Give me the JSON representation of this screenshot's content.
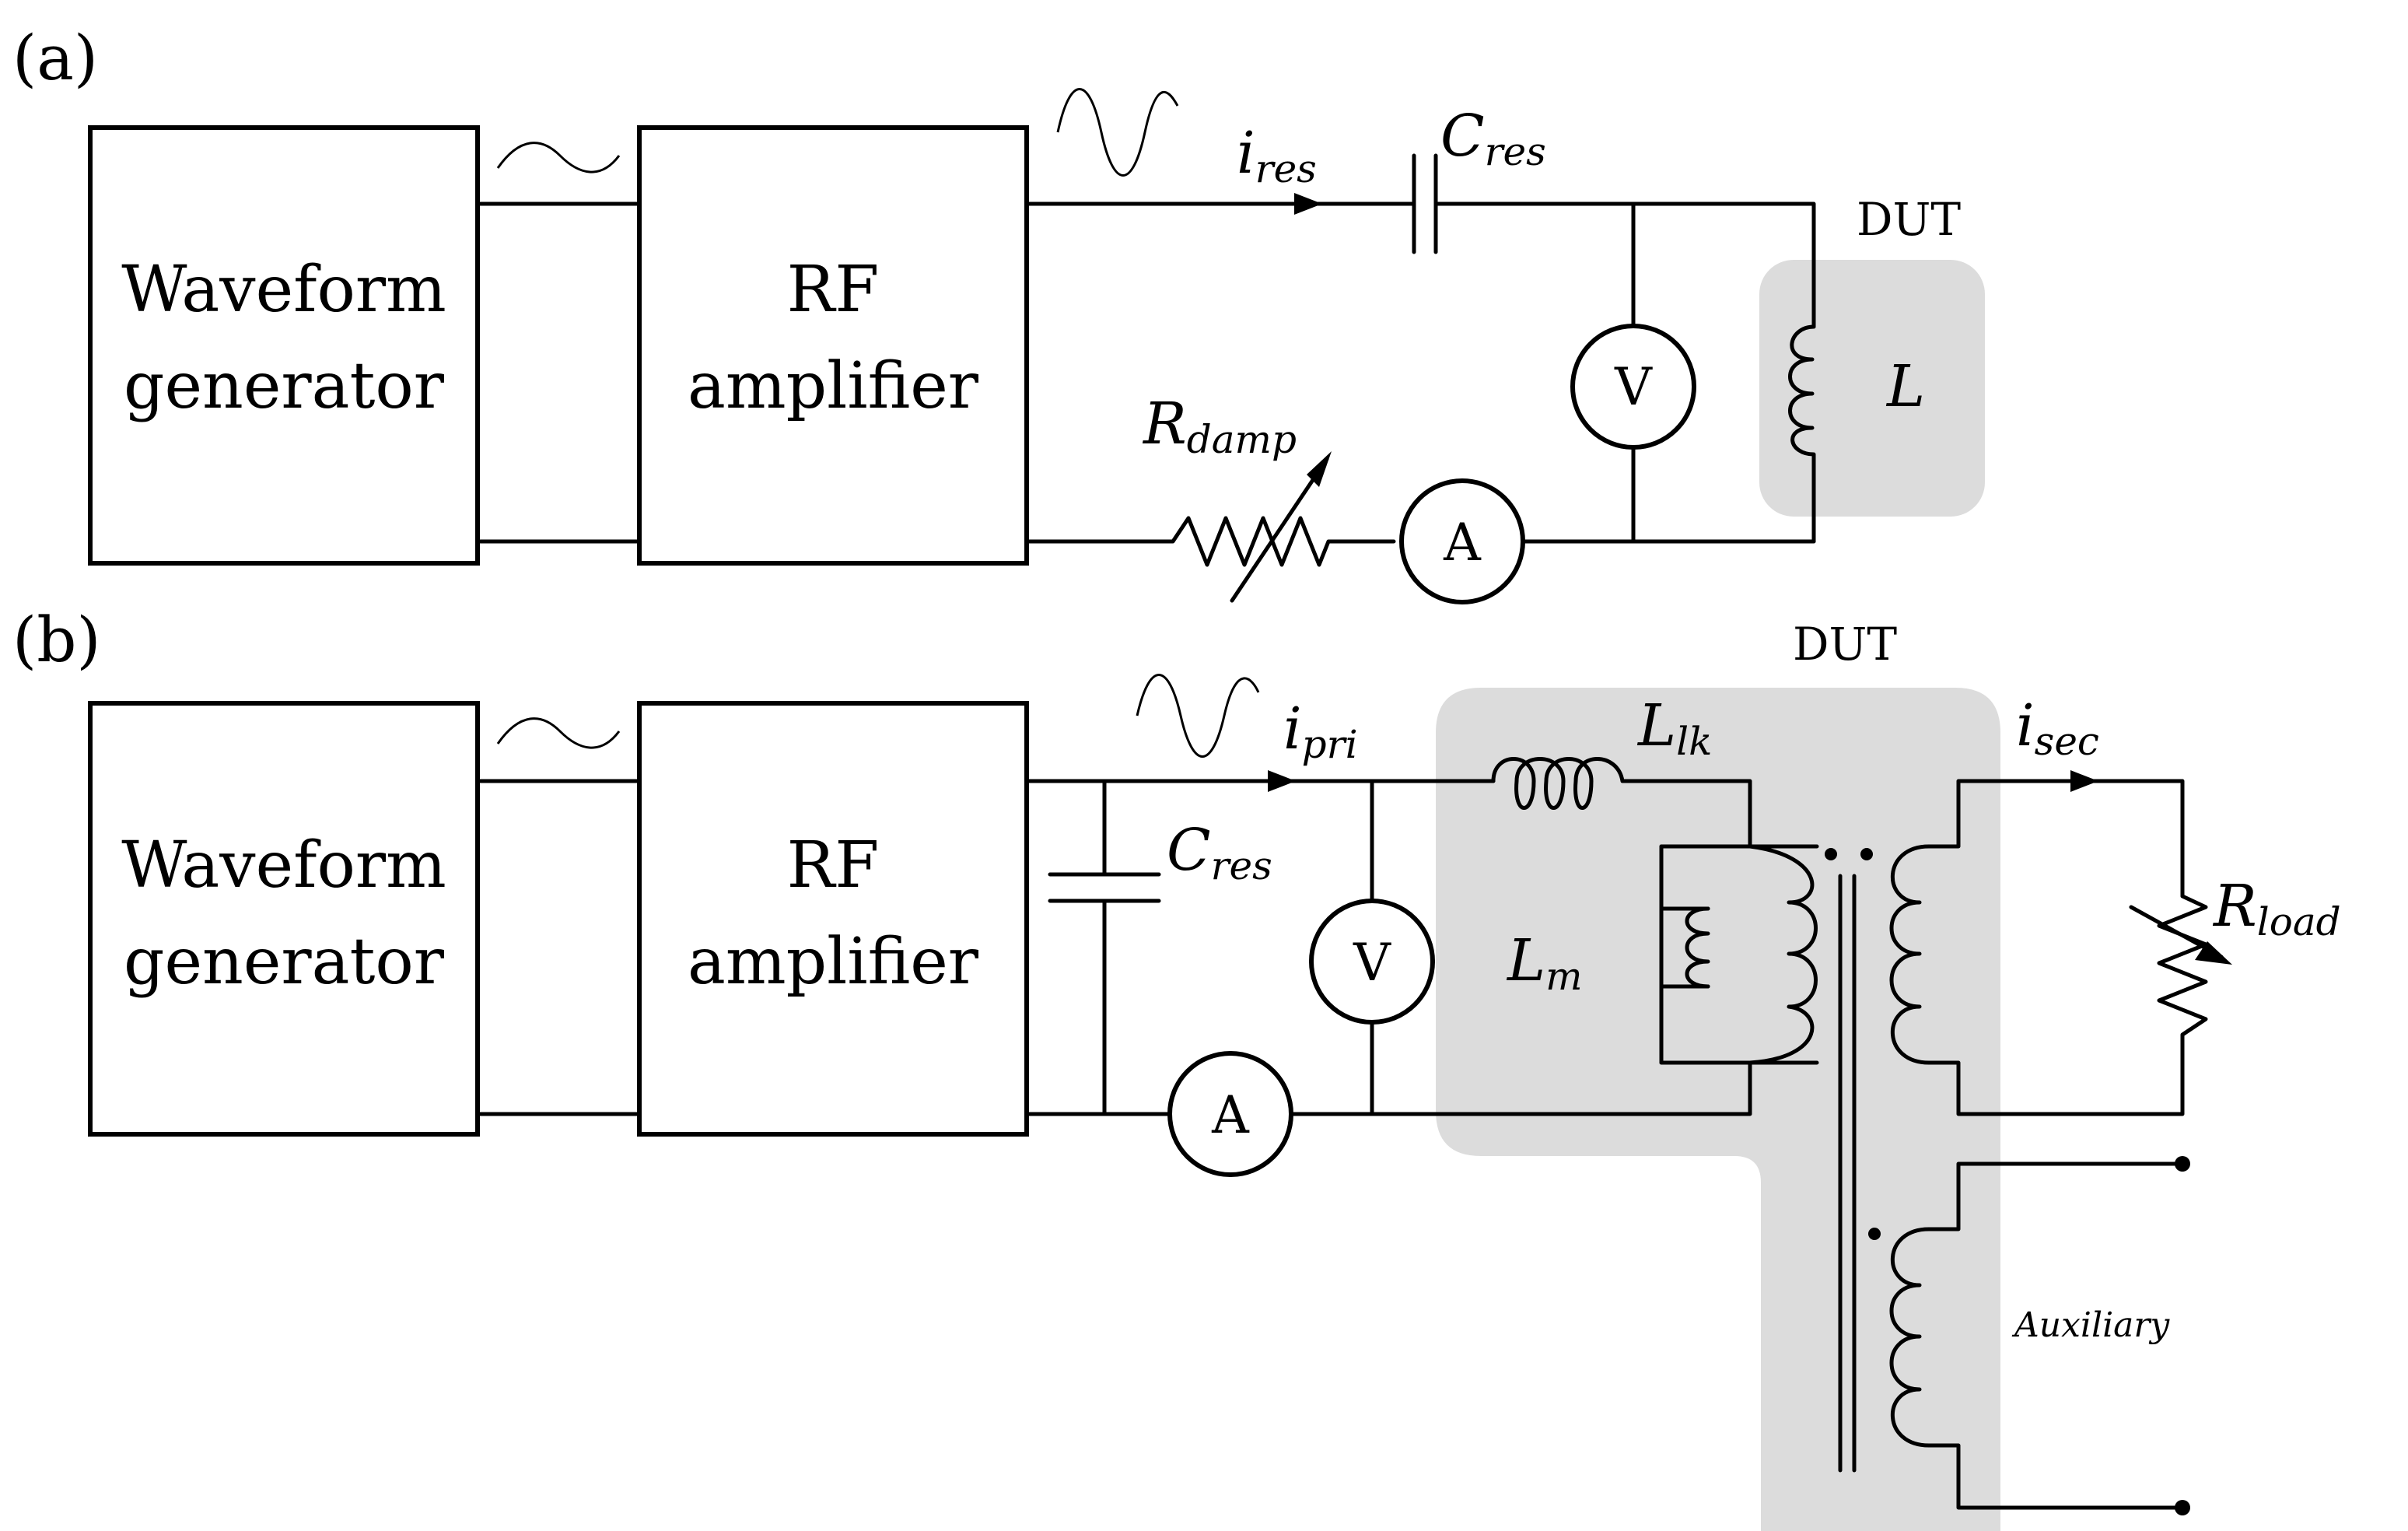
{
  "panel_a": {
    "label": "(a)",
    "waveform_generator": [
      "Waveform",
      "generator"
    ],
    "rf_amplifier": [
      "RF",
      "amplifier"
    ],
    "current": {
      "base": "i",
      "sub": "res"
    },
    "capacitor": {
      "base": "C",
      "sub": "res"
    },
    "resistor": {
      "base": "R",
      "sub": "damp"
    },
    "inductor": {
      "base": "L"
    },
    "dut": "DUT",
    "voltmeter": "V",
    "ammeter": "A"
  },
  "panel_b": {
    "label": "(b)",
    "waveform_generator": [
      "Waveform",
      "generator"
    ],
    "rf_amplifier": [
      "RF",
      "amplifier"
    ],
    "current_primary": {
      "base": "i",
      "sub": "pri"
    },
    "capacitor": {
      "base": "C",
      "sub": "res"
    },
    "leakage_inductor": {
      "base": "L",
      "sub": "lk"
    },
    "magnetizing_inductor": {
      "base": "L",
      "sub": "m"
    },
    "current_secondary": {
      "base": "i",
      "sub": "sec"
    },
    "load_resistor": {
      "base": "R",
      "sub": "load"
    },
    "dut": "DUT",
    "auxiliary": "Auxiliary",
    "voltmeter": "V",
    "ammeter": "A"
  },
  "colors": {
    "dut_shade": "#dcdcdc",
    "line": "#000000",
    "background": "#ffffff"
  }
}
